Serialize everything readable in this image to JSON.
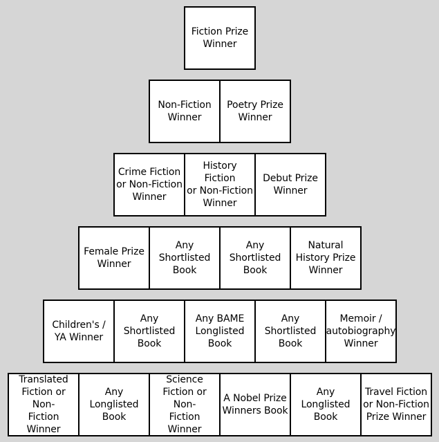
{
  "pyramid": {
    "rows": [
      [
        "Fiction Prize\nWinner"
      ],
      [
        "Non-Fiction\nWinner",
        "Poetry Prize\nWinner"
      ],
      [
        "Crime Fiction\nor Non-Fiction\nWinner",
        "History Fiction\nor Non-Fiction\nWinner",
        "Debut Prize\nWinner"
      ],
      [
        "Female Prize\nWinner",
        "Any\nShortlisted\nBook",
        "Any\nShortlisted\nBook",
        "Natural\nHistory Prize\nWinner"
      ],
      [
        "Children's /\nYA  Winner",
        "Any\nShortlisted\nBook",
        "Any BAME\nLonglisted\nBook",
        "Any\nShortlisted\nBook",
        "Memoir  /\nautobiography\nWinner"
      ],
      [
        "Translated\nFiction or Non-\nFiction Winner",
        "Any\nLonglisted\nBook",
        "Science\nFiction or Non-\nFiction Winner",
        "A Nobel Prize\nWinners Book",
        "Any\nLonglisted\nBook",
        "Travel Fiction\nor Non-Fiction\nPrize Winner"
      ]
    ]
  }
}
